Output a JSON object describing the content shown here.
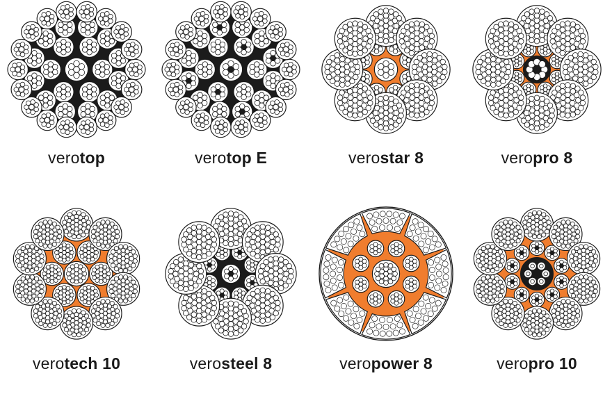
{
  "colors": {
    "accent": "#f07d2e",
    "dark": "#1b1b1b",
    "outline": "#1b1b1b",
    "wire_fill": "#ffffff"
  },
  "ropes": [
    {
      "prefix": "vero",
      "model": "top",
      "core_color": "dark",
      "outer_strands": 18,
      "style": "compact"
    },
    {
      "prefix": "vero",
      "model": "top E",
      "core_color": "dark",
      "outer_strands": 18,
      "style": "compact-sparse"
    },
    {
      "prefix": "vero",
      "model": "star 8",
      "core_color": "accent",
      "outer_strands": 8,
      "style": "star"
    },
    {
      "prefix": "vero",
      "model": "pro 8",
      "core_color": "accent",
      "outer_strands": 8,
      "style": "pro"
    },
    {
      "prefix": "vero",
      "model": "tech 10",
      "core_color": "accent",
      "outer_strands": 10,
      "style": "tech"
    },
    {
      "prefix": "vero",
      "model": "steel 8",
      "core_color": "dark",
      "outer_strands": 8,
      "style": "steel"
    },
    {
      "prefix": "vero",
      "model": "power 8",
      "core_color": "accent",
      "outer_strands": 8,
      "style": "power"
    },
    {
      "prefix": "vero",
      "model": "pro 10",
      "core_color": "accent",
      "outer_strands": 10,
      "style": "pro10"
    }
  ]
}
